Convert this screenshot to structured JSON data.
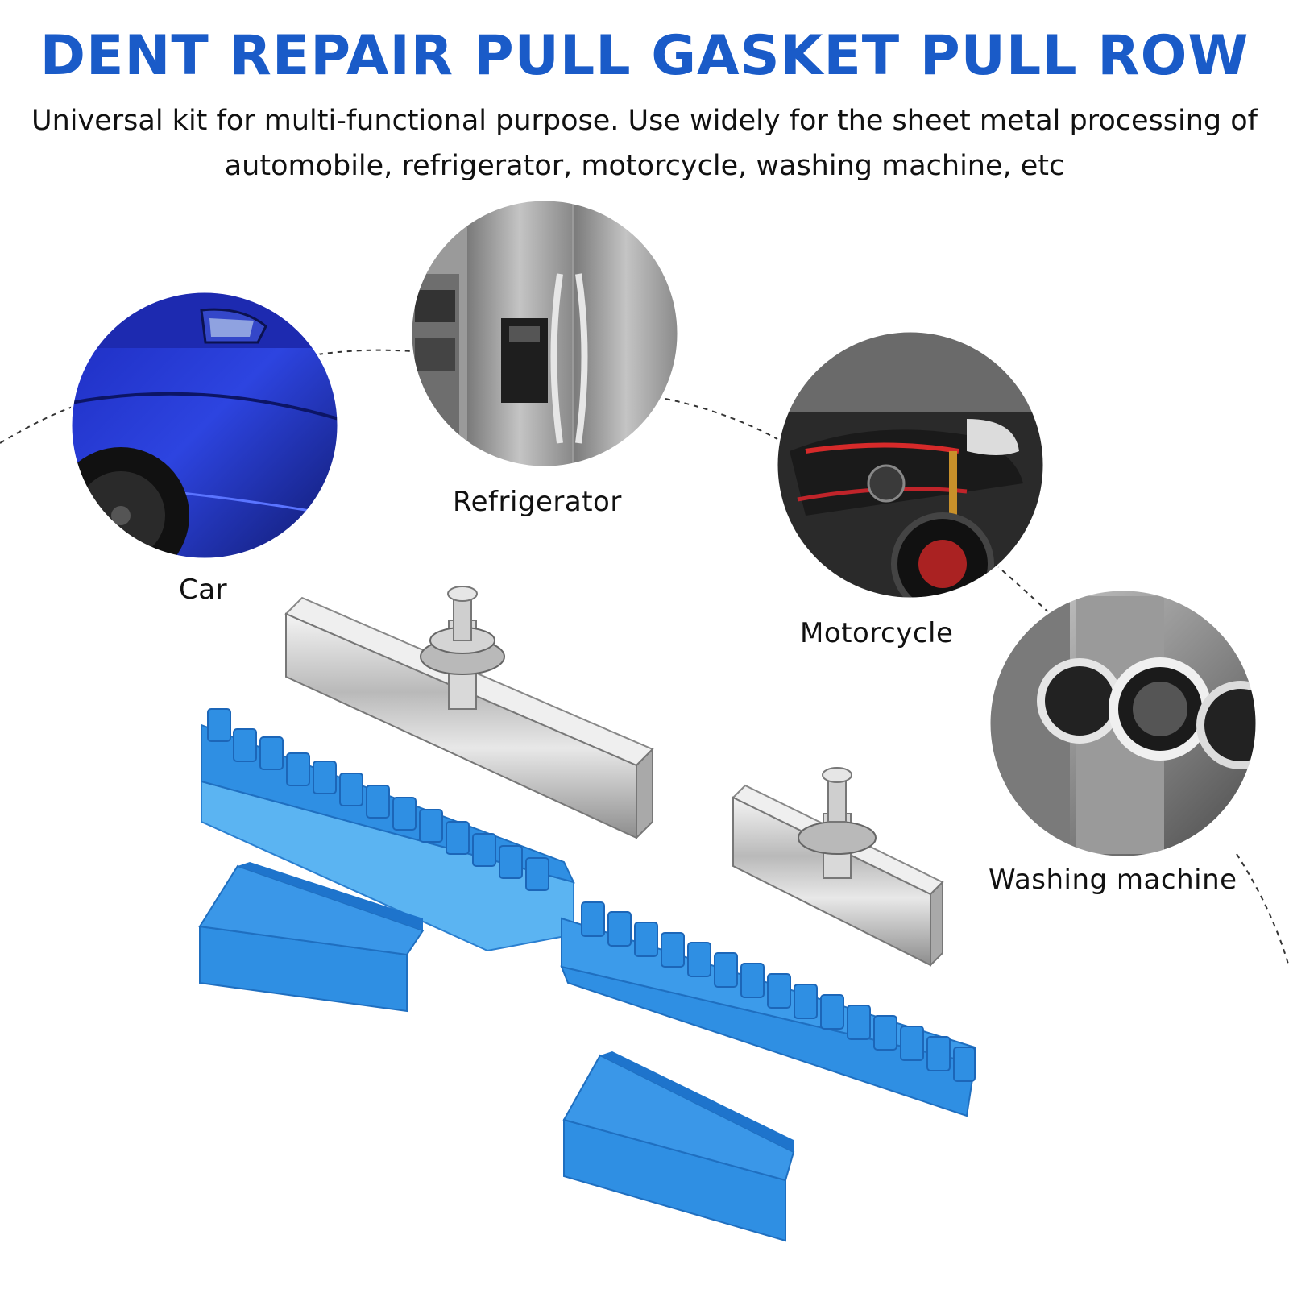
{
  "header": {
    "title": "DENT REPAIR PULL GASKET PULL ROW",
    "subtitle": "Universal kit for multi-functional purpose. Use widely for the sheet metal processing of automobile, refrigerator, motorcycle, washing machine, etc"
  },
  "applications": [
    {
      "label": "Car",
      "icon": "car-photo"
    },
    {
      "label": "Refrigerator",
      "icon": "refrigerator-photo"
    },
    {
      "label": "Motorcycle",
      "icon": "motorcycle-photo"
    },
    {
      "label": "Washing machine",
      "icon": "washing-machine-photo"
    }
  ],
  "colors": {
    "title": "#1a5bc8",
    "tab_blue": "#2f8fe3",
    "metal": "#c9c9c9"
  }
}
